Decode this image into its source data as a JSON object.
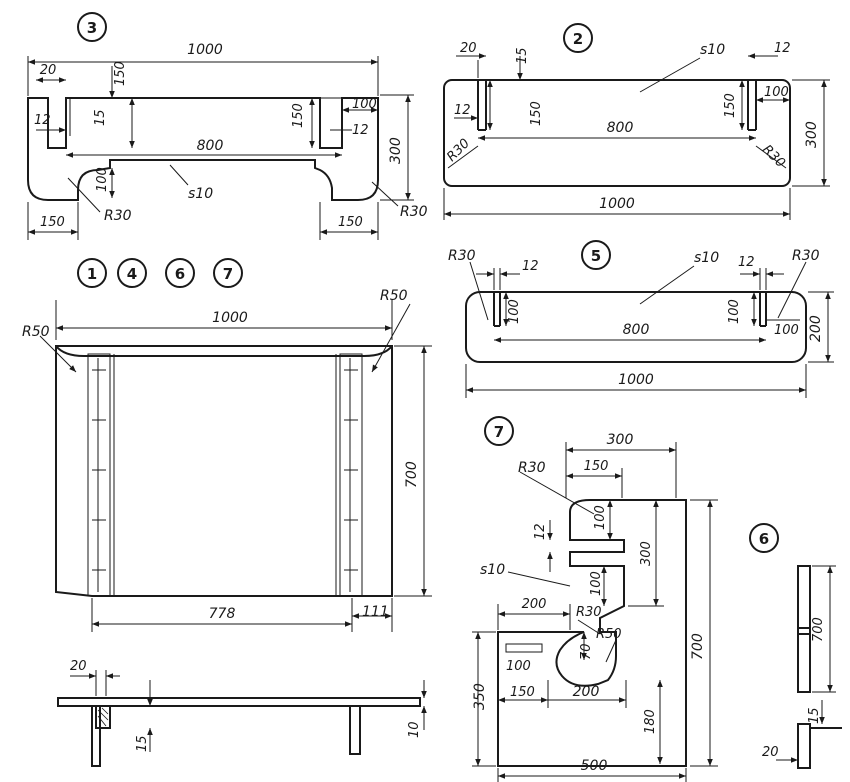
{
  "labels": {
    "part3": "3",
    "part2": "2",
    "part5": "5",
    "part7": "7",
    "part6": "6",
    "grp1": "1",
    "grp4": "4",
    "grp6": "6",
    "grp7": "7"
  },
  "dims": {
    "p3": {
      "w1000": "1000",
      "d20": "20",
      "d150top": "150",
      "d15": "15",
      "d12": "12",
      "d150r": "150",
      "d100": "100",
      "d12r": "12",
      "d300": "300",
      "d800": "800",
      "d100b": "100",
      "s10": "s10",
      "d150bl": "150",
      "r30": "R30",
      "d150br": "150",
      "r30r": "R30"
    },
    "p2": {
      "d20": "20",
      "d15": "15",
      "s10": "s10",
      "d12": "12",
      "d150": "150",
      "d100": "100",
      "d12l": "12",
      "d150l": "150",
      "r30l": "R30",
      "d800": "800",
      "r30r": "R30",
      "d300": "300",
      "w1000": "1000"
    },
    "p5": {
      "r30l": "R30",
      "d12l": "12",
      "s10": "s10",
      "d12r": "12",
      "r30r": "R30",
      "d100l": "100",
      "d800": "800",
      "d100r": "100",
      "d100rr": "100",
      "d200": "200",
      "w1000": "1000"
    },
    "main": {
      "r50l": "R50",
      "w1000": "1000",
      "r50r": "R50",
      "d700": "700",
      "d778": "778",
      "d111": "111"
    },
    "side": {
      "d20": "20",
      "d15": "15",
      "d10": "10"
    },
    "p7": {
      "d300": "300",
      "d150": "150",
      "r30": "R30",
      "d100a": "100",
      "d12": "12",
      "d300v": "300",
      "s10": "s10",
      "d100b": "100",
      "d700": "700",
      "d200a": "200",
      "r30b": "R30",
      "r50": "R50",
      "d70": "70",
      "d100c": "100",
      "d350": "350",
      "d150b": "150",
      "d200b": "200",
      "d180": "180",
      "d500": "500"
    },
    "p6": {
      "d700": "700",
      "d15": "15",
      "d20": "20"
    }
  }
}
